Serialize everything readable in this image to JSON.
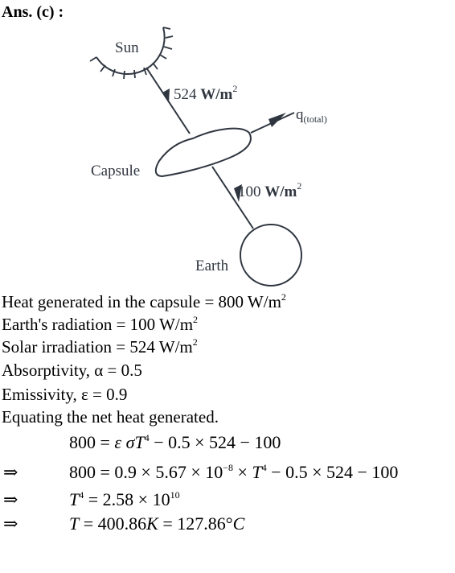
{
  "heading": "Ans. (c) :",
  "diagram": {
    "sun_label": "Sun",
    "solar_flux": "524",
    "flux_unit": "W/m",
    "flux_exp": "2",
    "q_symbol": "q",
    "q_subscript": "(total)",
    "capsule_label": "Capsule",
    "earth_flux": "100",
    "earth_label": "Earth"
  },
  "given": {
    "heat_generated": "Heat generated in the capsule = 800 W/m",
    "earth_radiation": "Earth's radiation = 100 W/m",
    "solar_irradiation": "Solar irradiation = 524 W/m",
    "unit_exp": "2",
    "absorptivity": "Absorptivity, α = 0.5",
    "emissivity": "Emissivity, ε = 0.9",
    "equating": "Equating the net heat generated."
  },
  "equations": {
    "implies": "⇒",
    "eq1_lhs": "800 = ",
    "eq1_eps": "ε σT",
    "eq1_pow": "4",
    "eq1_rest": " − 0.5 × 524 − 100",
    "eq2_a": "800 = 0.9 × 5.67 × 10",
    "eq2_exp": "−8",
    "eq2_b": " × ",
    "eq2_T": "T",
    "eq2_pow": "4",
    "eq2_rest": " − 0.5 × 524 − 100",
    "eq3_T": "T",
    "eq3_pow": "4",
    "eq3_a": " = 2.58 × 10",
    "eq3_exp": "10",
    "eq4_T": "T",
    "eq4_a": " = 400.86",
    "eq4_K": "K",
    "eq4_b": " = 127.86°",
    "eq4_C": "C"
  }
}
